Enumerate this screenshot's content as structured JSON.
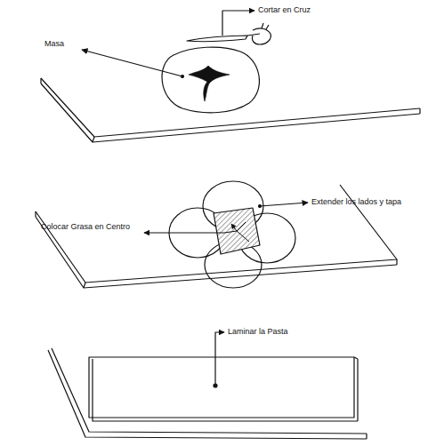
{
  "diagram": {
    "labels": [
      "Cortar en Cruz",
      "Masa",
      "Extender los lados y tapa",
      "Colocar Grasa en Centro",
      "Laminar la Pasta"
    ]
  }
}
